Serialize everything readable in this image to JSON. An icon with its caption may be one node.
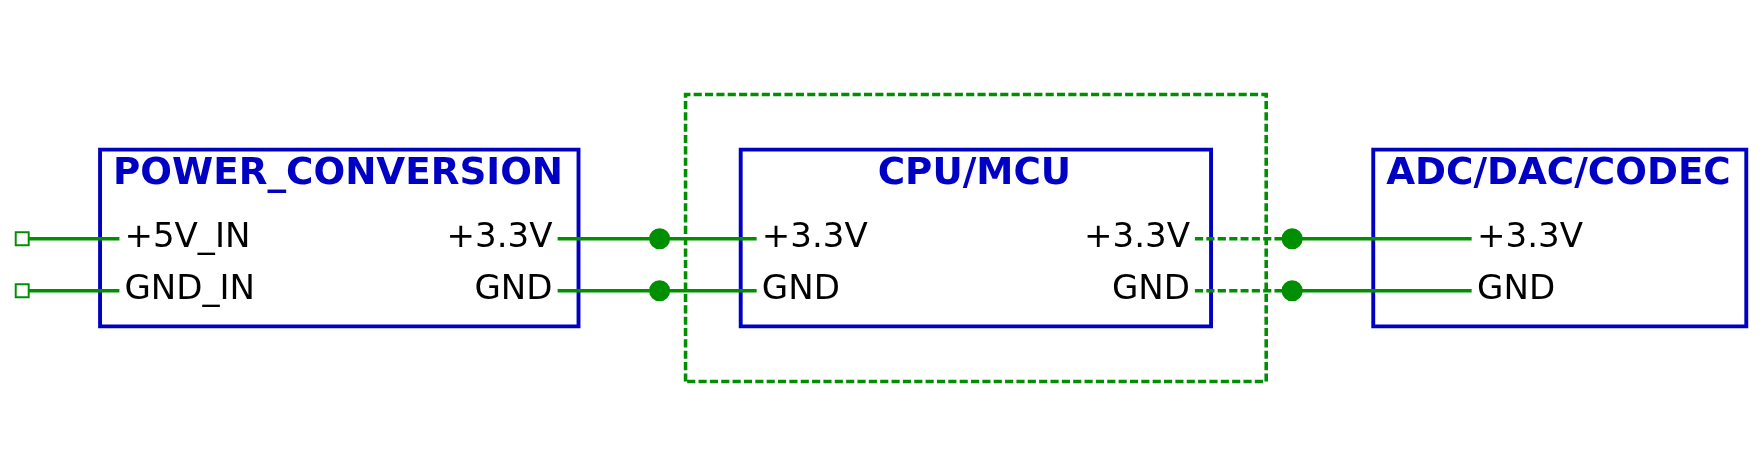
{
  "diagram": {
    "nodes": [
      {
        "text": [],
        "shape": "box"
      },
      {
        "text": [],
        "shape": "box"
      },
      {
        "text": [
          "POWER_CONVERSION"
        ]
      },
      {
        "text": [
          "+5V_IN"
        ],
        "in": 2
      },
      {
        "text": [
          "GND_IN"
        ],
        "in": 2
      },
      {
        "text": [
          "+3.3V"
        ],
        "in": 2
      },
      {
        "text": [
          "GND"
        ],
        "in": 2
      },
      {
        "text": [],
        "shape": "circle"
      },
      {
        "text": [],
        "shape": "circle"
      },
      {
        "text": [],
        "shape": "box"
      },
      {
        "text": [
          "CPU/MCU"
        ],
        "in": 9
      },
      {
        "text": [
          "+3.3V"
        ],
        "in": 10
      },
      {
        "text": [
          "GND"
        ],
        "in": 10
      },
      {
        "text": [
          "+3.3V"
        ],
        "in": 10
      },
      {
        "text": [
          "GND"
        ],
        "in": 10
      },
      {
        "text": [],
        "shape": "circle"
      },
      {
        "text": [],
        "shape": "circle"
      },
      {
        "text": [
          "ADC/DAC/CODEC"
        ]
      },
      {
        "text": [
          "+3.3V"
        ],
        "in": 17
      },
      {
        "text": [
          "GND"
        ],
        "in": 17
      }
    ],
    "edges": [
      {
        "from": 0,
        "to": 3,
        "arrow": "none"
      },
      {
        "from": 1,
        "to": 4,
        "arrow": "none"
      },
      {
        "from": 5,
        "to": 7,
        "arrow": "none"
      },
      {
        "from": 7,
        "to": 11,
        "arrow": "none"
      },
      {
        "from": 6,
        "to": 8,
        "arrow": "none"
      },
      {
        "from": 8,
        "to": 12,
        "arrow": "none"
      },
      {
        "from": 13,
        "to": 15,
        "arrow": "none",
        "style": "dashed"
      },
      {
        "from": 15,
        "to": 18,
        "arrow": "none"
      },
      {
        "from": 14,
        "to": 16,
        "arrow": "none",
        "style": "dashed"
      },
      {
        "from": 16,
        "to": 19,
        "arrow": "none"
      }
    ]
  }
}
